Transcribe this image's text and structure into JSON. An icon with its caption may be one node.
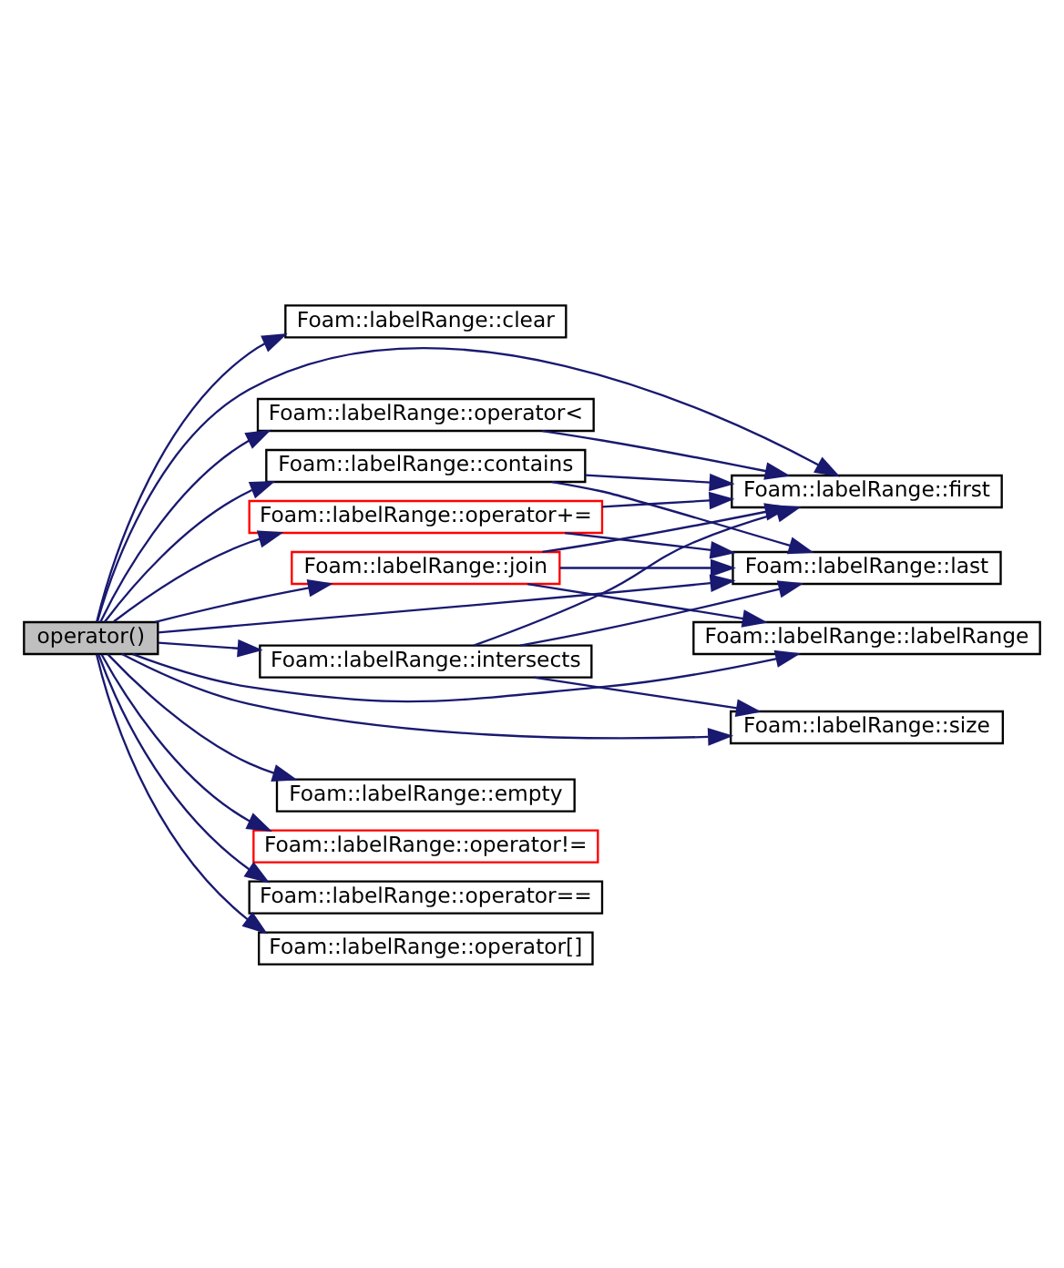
{
  "diagram": {
    "nodes": [
      {
        "text": [
          "operator()"
        ]
      },
      {
        "text": [
          "Foam::labelRange::clear"
        ]
      },
      {
        "text": [
          "Foam::labelRange::operator<"
        ]
      },
      {
        "text": [
          "Foam::labelRange::contains"
        ]
      },
      {
        "text": [
          "Foam::labelRange::operator+="
        ]
      },
      {
        "text": [
          "Foam::labelRange::join"
        ]
      },
      {
        "text": [
          "Foam::labelRange::intersects"
        ]
      },
      {
        "text": [
          "Foam::labelRange::first"
        ]
      },
      {
        "text": [
          "Foam::labelRange::last"
        ]
      },
      {
        "text": [
          "Foam::labelRange::labelRange"
        ]
      },
      {
        "text": [
          "Foam::labelRange::size"
        ]
      },
      {
        "text": [
          "Foam::labelRange::empty"
        ]
      },
      {
        "text": [
          "Foam::labelRange::operator!="
        ]
      },
      {
        "text": [
          "Foam::labelRange::operator=="
        ]
      },
      {
        "text": [
          "Foam::labelRange::operator[]"
        ]
      }
    ],
    "edges": [
      {
        "from": 0,
        "to": 1,
        "arrow": "to"
      },
      {
        "from": 0,
        "to": 7,
        "arrow": "to"
      },
      {
        "from": 0,
        "to": 2,
        "arrow": "to"
      },
      {
        "from": 0,
        "to": 3,
        "arrow": "to"
      },
      {
        "from": 0,
        "to": 4,
        "arrow": "to"
      },
      {
        "from": 0,
        "to": 5,
        "arrow": "to"
      },
      {
        "from": 0,
        "to": 8,
        "arrow": "to"
      },
      {
        "from": 0,
        "to": 6,
        "arrow": "to"
      },
      {
        "from": 0,
        "to": 9,
        "arrow": "to"
      },
      {
        "from": 0,
        "to": 10,
        "arrow": "to"
      },
      {
        "from": 0,
        "to": 11,
        "arrow": "to"
      },
      {
        "from": 0,
        "to": 12,
        "arrow": "to"
      },
      {
        "from": 0,
        "to": 13,
        "arrow": "to"
      },
      {
        "from": 0,
        "to": 14,
        "arrow": "to"
      },
      {
        "from": 2,
        "to": 7,
        "arrow": "to"
      },
      {
        "from": 3,
        "to": 7,
        "arrow": "to"
      },
      {
        "from": 3,
        "to": 8,
        "arrow": "to"
      },
      {
        "from": 4,
        "to": 7,
        "arrow": "to"
      },
      {
        "from": 4,
        "to": 8,
        "arrow": "to"
      },
      {
        "from": 5,
        "to": 7,
        "arrow": "to"
      },
      {
        "from": 5,
        "to": 8,
        "arrow": "to"
      },
      {
        "from": 5,
        "to": 9,
        "arrow": "to"
      },
      {
        "from": 6,
        "to": 7,
        "arrow": "to"
      },
      {
        "from": 6,
        "to": 8,
        "arrow": "to"
      },
      {
        "from": 6,
        "to": 10,
        "arrow": "to"
      }
    ]
  }
}
